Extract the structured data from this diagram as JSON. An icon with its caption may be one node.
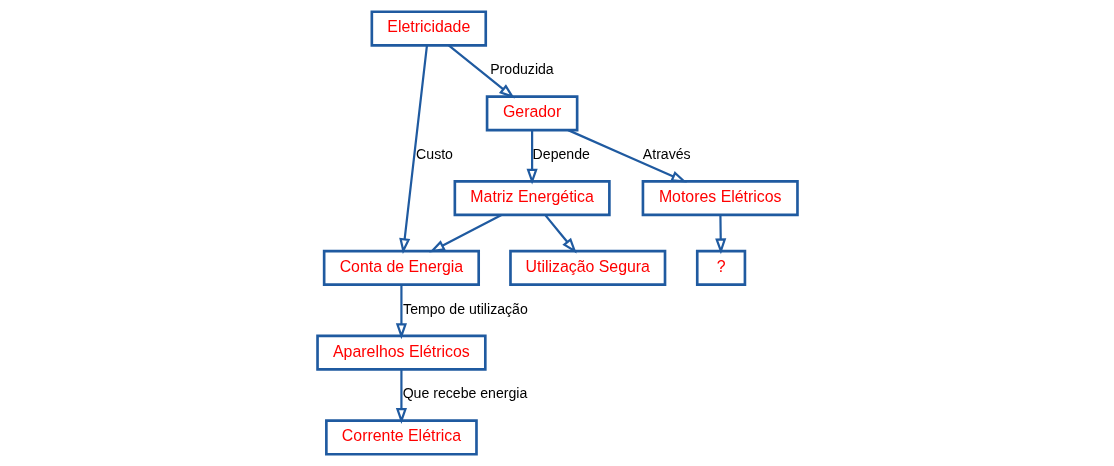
{
  "diagram": {
    "nodes": [
      {
        "text": [
          "Eletricidade"
        ]
      },
      {
        "text": [
          "Conta de Energia"
        ]
      },
      {
        "text": [
          "Gerador"
        ]
      },
      {
        "text": [
          "Aparelhos Elétricos"
        ]
      },
      {
        "text": [
          "Matriz Energética"
        ]
      },
      {
        "text": [
          "Motores Elétricos"
        ]
      },
      {
        "text": [
          "Corrente Elétrica"
        ]
      },
      {
        "text": [
          "Utilização Segura"
        ]
      },
      {
        "text": [
          "?"
        ]
      }
    ],
    "edges": [
      {
        "from": 0,
        "to": 1,
        "arrow": "to",
        "label": "Custo"
      },
      {
        "from": 0,
        "to": 2,
        "arrow": "to",
        "label": "Produzida"
      },
      {
        "from": 1,
        "to": 3,
        "arrow": "to",
        "label": "Tempo de utilização"
      },
      {
        "from": 4,
        "to": 1,
        "arrow": "to"
      },
      {
        "from": 2,
        "to": 4,
        "arrow": "to",
        "label": "Depende"
      },
      {
        "from": 2,
        "to": 5,
        "arrow": "to",
        "label": "Através"
      },
      {
        "from": 3,
        "to": 6,
        "arrow": "to",
        "label": "Que recebe energia"
      },
      {
        "from": 4,
        "to": 7,
        "arrow": "to"
      },
      {
        "from": 5,
        "to": 8,
        "arrow": "to"
      }
    ]
  }
}
